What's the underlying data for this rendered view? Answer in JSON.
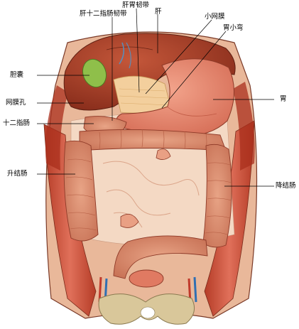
{
  "labels": {
    "gangaishierzhichang_ligament": "肝十二指肠韧带",
    "ganwei_ligament": "肝胃韧带",
    "liver": "肝",
    "lesser_omentum": "小网膜",
    "lesser_curvature": "胃小弯",
    "gallbladder": "胆囊",
    "epiploic_foramen": "网膜孔",
    "stomach": "胃",
    "duodenum": "十二指肠",
    "ascending_colon": "升结肠",
    "descending_colon": "降结肠"
  },
  "colors": {
    "liver": "#a8412a",
    "stomach": "#e7876f",
    "intestine": "#d98a6c",
    "gallbladder": "#8fbf4a",
    "omentum": "#f3cf9d",
    "muscle": "#d0533a",
    "bone": "#d9c79a"
  }
}
